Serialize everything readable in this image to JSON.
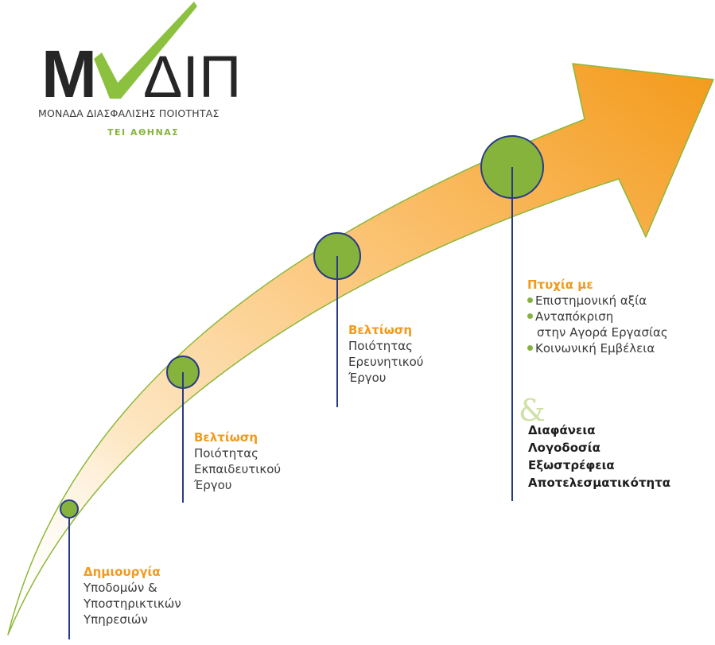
{
  "logo": {
    "wordmark_left": "Μ",
    "wordmark_right": "ΔΙΠ",
    "subtitle": "ΜΟΝΑΔΑ ΔΙΑΣΦΑΛΙΣΗΣ ΠΟΙΟΤΗΤΑΣ",
    "tagline": "ΤΕΙ ΑΘΗΝΑΣ"
  },
  "stages": [
    {
      "heading": "Δημιουργία",
      "lines": [
        "Υποδομών &",
        "Υποστηρικτικών",
        "Υπηρεσιών"
      ]
    },
    {
      "heading": "Βελτίωση",
      "lines": [
        "Ποιότητας",
        "Εκπαιδευτικού",
        "Έργου"
      ]
    },
    {
      "heading": "Βελτίωση",
      "lines": [
        "Ποιότητας",
        "Ερευνητικού",
        "Έργου"
      ]
    },
    {
      "heading": "Πτυχία με",
      "bullets": [
        "Επιστημονική αξία",
        "Ανταπόκριση",
        "Κοινωνική Εμβέλεια"
      ],
      "bullet_continuation": "στην Αγορά Εργασίας"
    }
  ],
  "ampersand": "&",
  "values": [
    "Διαφάνεια",
    "Λογοδοσία",
    "Εξωστρέφεια",
    "Αποτελεσματικότητα"
  ],
  "colors": {
    "arrow_orange": "#f39a1a",
    "arrow_outline": "#8cb83a",
    "milestone_green": "#86b33b",
    "stem_blue": "#283a86",
    "heading_orange": "#f19a1d",
    "logo_dark": "#262626",
    "logo_check": "#8cc13f"
  }
}
